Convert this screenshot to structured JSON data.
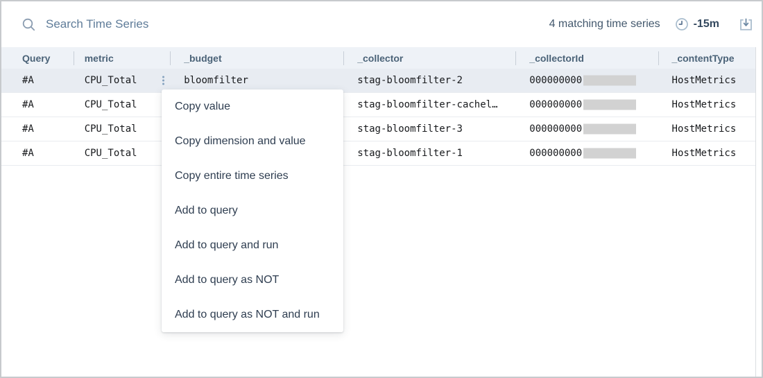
{
  "search": {
    "placeholder": "Search Time Series"
  },
  "toolbar": {
    "matching_count_text": "4 matching time series",
    "time_range": "-15m"
  },
  "table": {
    "columns": [
      "Query",
      "metric",
      "_budget",
      "_collector",
      "_collectorId",
      "_contentType"
    ],
    "rows": [
      {
        "query": "#A",
        "metric": "CPU_Total",
        "budget": "bloomfilter",
        "collector": "stag-bloomfilter-2",
        "collector_id": "000000000",
        "content_type": "HostMetrics"
      },
      {
        "query": "#A",
        "metric": "CPU_Total",
        "budget": "",
        "collector": "stag-bloomfilter-cachel…",
        "collector_id": "000000000",
        "content_type": "HostMetrics"
      },
      {
        "query": "#A",
        "metric": "CPU_Total",
        "budget": "",
        "collector": "stag-bloomfilter-3",
        "collector_id": "000000000",
        "content_type": "HostMetrics"
      },
      {
        "query": "#A",
        "metric": "CPU_Total",
        "budget": "",
        "collector": "stag-bloomfilter-1",
        "collector_id": "000000000",
        "content_type": "HostMetrics"
      }
    ]
  },
  "context_menu": {
    "items": [
      "Copy value",
      "Copy dimension and value",
      "Copy entire time series",
      "Add to query",
      "Add to query and run",
      "Add to query as NOT",
      "Add to query as NOT and run"
    ]
  },
  "colors": {
    "header_bg": "#eef2f7",
    "selected_row_bg": "#e8ecf2",
    "slate_text": "#4b6378",
    "redaction": "#d2d2d2"
  }
}
